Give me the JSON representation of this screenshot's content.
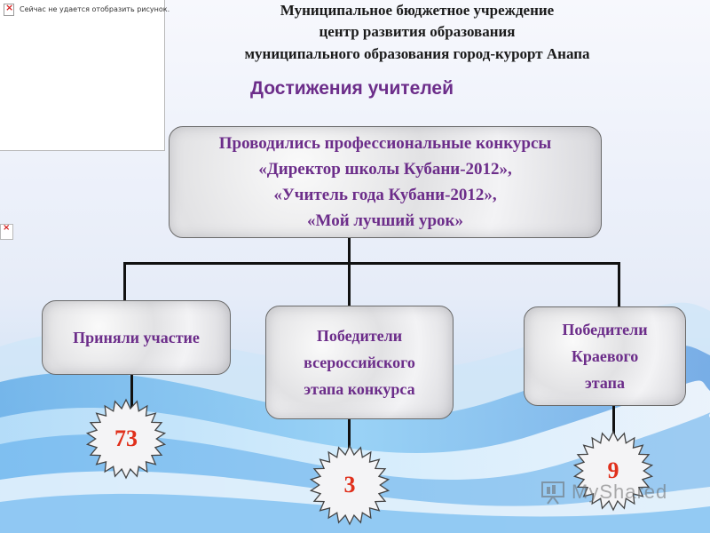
{
  "broken_image": {
    "text": "Сейчас не удается отобразить рисунок."
  },
  "header": {
    "lines": [
      "Муниципальное бюджетное учреждение",
      "центр развития образования",
      "муниципального образования город-курорт Анапа"
    ],
    "subtitle": "Достижения учителей"
  },
  "diagram": {
    "top": {
      "lines": [
        "Проводились профессиональные конкурсы",
        "«Директор школы Кубани-2012»,",
        "«Учитель года Кубани-2012»,",
        "«Мой лучший урок»"
      ]
    },
    "children": [
      {
        "lines": [
          "Приняли участие"
        ],
        "value": "73"
      },
      {
        "lines": [
          "Победители",
          "всероссийского",
          "этапа конкурса"
        ],
        "value": "3"
      },
      {
        "lines": [
          "Победители",
          "Краевого",
          "этапа"
        ],
        "value": "9"
      }
    ]
  },
  "colors": {
    "node_text": "#6c2d8a",
    "value_text": "#e0301c",
    "connector": "#111111"
  },
  "watermark": {
    "text": "MyShared"
  }
}
